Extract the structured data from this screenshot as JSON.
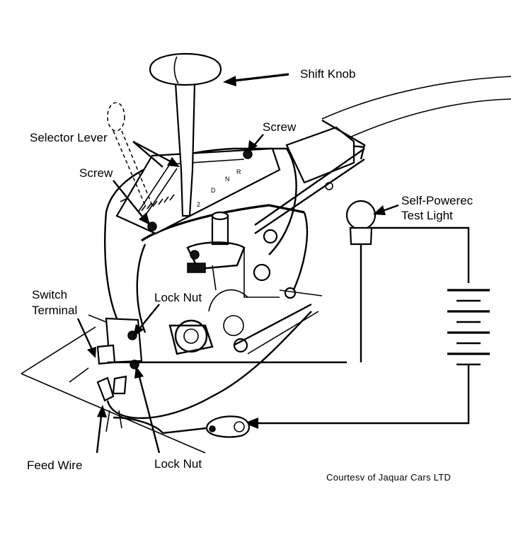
{
  "labels": {
    "shift_knob": "Shift Knob",
    "selector_lever": "Selector Lever",
    "screw_top": "Screw",
    "screw_left": "Screw",
    "self_powered_line1": "Self-Powerec",
    "self_powered_line2": "Test Light",
    "switch_terminal_line1": "Switch",
    "switch_terminal_line2": "Terminal",
    "lock_nut_top": "Lock Nut",
    "lock_nut_bottom": "Lock Nut",
    "feed_wire": "Feed Wire"
  },
  "credit": "Courtesv of Jaquar Cars LTD",
  "colors": {
    "ink": "#000000",
    "paper": "#ffffff"
  }
}
